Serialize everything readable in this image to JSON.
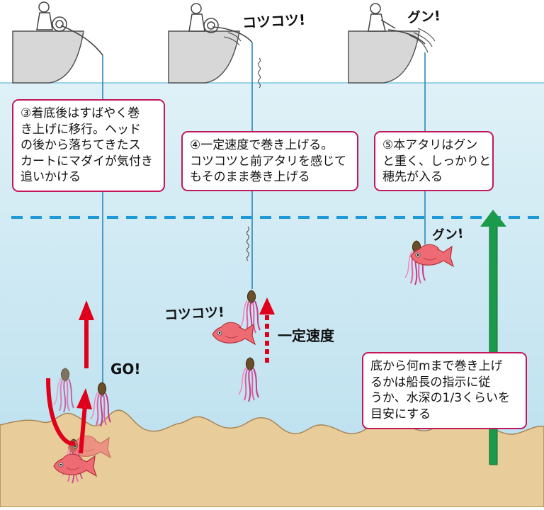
{
  "colors": {
    "sea_top": "#dff1f7",
    "sea_bottom": "#b9dfee",
    "sand": "#e8cd9b",
    "line": "#2e86b8",
    "dashed_line": "#1f9ad6",
    "note_border": "#c2185b",
    "red_arrow": "#e0001b",
    "green_arrow": "#1a9a4a",
    "fish": "#ef6b74"
  },
  "sounds": {
    "kotsukotsu_top": "コツコツ!",
    "gun_top": "グン!",
    "go": "GO!",
    "kotsukotsu_mid": "コツコツ!",
    "gun_mid": "グン!",
    "constant_speed": "一定速度"
  },
  "notes": {
    "step3": {
      "lines": [
        "③着底後はすばやく巻",
        "き上げに移行。ヘッド",
        "の後から落ちてきたス",
        "カートにマダイが気付き",
        "追いかける"
      ]
    },
    "step4": {
      "lines": [
        "④一定速度で巻き上げる。",
        "コツコツと前アタリを感じて",
        "もそのまま巻き上げる"
      ]
    },
    "step5": {
      "lines": [
        "⑤本アタリはグン",
        "と重く、しっかりと",
        "穂先が入る"
      ]
    },
    "depth": {
      "lines": [
        "底から何mまで巻き上げ",
        "るかは船長の指示に従",
        "うか、水深の1/3くらいを",
        "目安にする"
      ]
    }
  },
  "icons": [
    "boat-icon",
    "angler-icon",
    "rod-icon",
    "fish-icon",
    "tairaba-lure-icon",
    "arrow-up-icon"
  ]
}
